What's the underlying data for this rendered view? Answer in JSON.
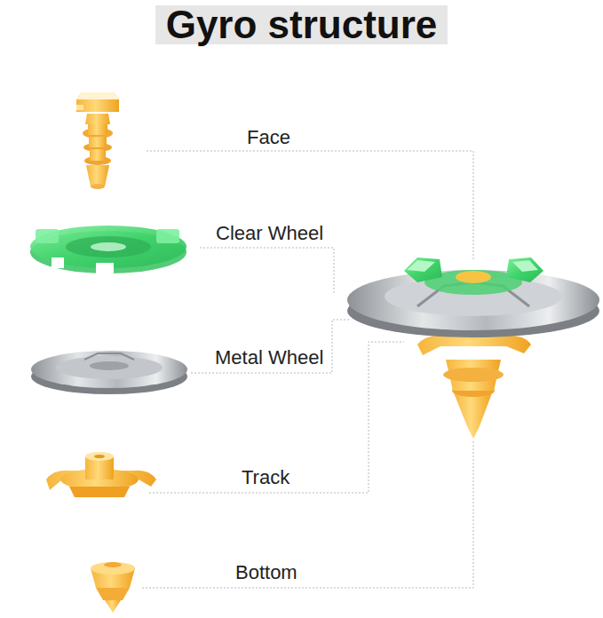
{
  "diagram": {
    "title": "Gyro structure",
    "labels": [
      "Face",
      "Clear Wheel",
      "Metal Wheel",
      "Track",
      "Bottom"
    ]
  }
}
